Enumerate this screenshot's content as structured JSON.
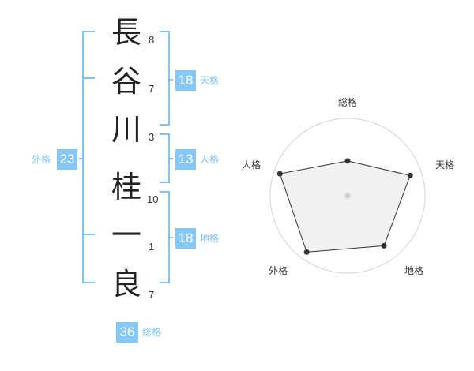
{
  "name": {
    "chars": [
      {
        "char": "長",
        "strokes": "8"
      },
      {
        "char": "谷",
        "strokes": "7"
      },
      {
        "char": "川",
        "strokes": "3"
      },
      {
        "char": "桂",
        "strokes": "10"
      },
      {
        "char": "一",
        "strokes": "1"
      },
      {
        "char": "良",
        "strokes": "7"
      }
    ]
  },
  "fortune": {
    "tenkaku": {
      "value": "18",
      "label": "天格"
    },
    "jinkaku": {
      "value": "13",
      "label": "人格"
    },
    "chikaku": {
      "value": "18",
      "label": "地格"
    },
    "gaikaku": {
      "value": "23",
      "label": "外格"
    },
    "soukaku": {
      "value": "36",
      "label": "総格"
    }
  },
  "colors": {
    "accent": "#85c8f7",
    "bracket": "#7fc4f3"
  },
  "chart_data": {
    "type": "radar",
    "axes": [
      "総格",
      "天格",
      "地格",
      "外格",
      "人格"
    ],
    "values": [
      0.45,
      0.85,
      0.8,
      0.9,
      0.92
    ],
    "rings": 4,
    "range": [
      0,
      1
    ]
  }
}
